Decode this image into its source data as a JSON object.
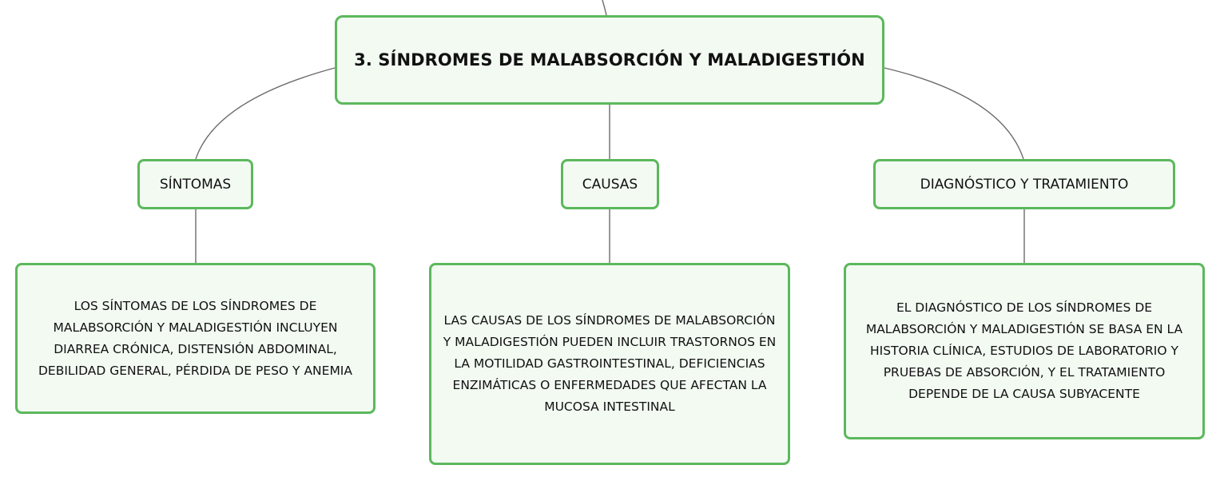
{
  "diagram": {
    "root": {
      "label": "3. SÍNDROMES DE MALABSORCIÓN Y MALADIGESTIÓN"
    },
    "branches": [
      {
        "label": "SÍNTOMAS",
        "detail": "LOS SÍNTOMAS DE LOS SÍNDROMES DE MALABSORCIÓN Y MALADIGESTIÓN INCLUYEN DIARREA CRÓNICA, DISTENSIÓN ABDOMINAL, DEBILIDAD GENERAL, PÉRDIDA DE PESO Y ANEMIA"
      },
      {
        "label": "CAUSAS",
        "detail": "LAS CAUSAS DE LOS SÍNDROMES DE MALABSORCIÓN Y MALADIGESTIÓN PUEDEN INCLUIR TRASTORNOS EN LA MOTILIDAD GASTROINTESTINAL, DEFICIENCIAS ENZIMÁTICAS O ENFERMEDADES QUE AFECTAN LA MUCOSA INTESTINAL"
      },
      {
        "label": "DIAGNÓSTICO Y TRATAMIENTO",
        "detail": "EL DIAGNÓSTICO DE LOS SÍNDROMES DE MALABSORCIÓN Y MALADIGESTIÓN SE BASA EN LA HISTORIA CLÍNICA, ESTUDIOS DE LABORATORIO Y PRUEBAS DE ABSORCIÓN, Y EL TRATAMIENTO DEPENDE DE LA CAUSA SUBYACENTE"
      }
    ]
  },
  "colors": {
    "node_border": "#5cb85c",
    "node_fill": "#f2faf2",
    "connector": "#6b6b6b"
  }
}
